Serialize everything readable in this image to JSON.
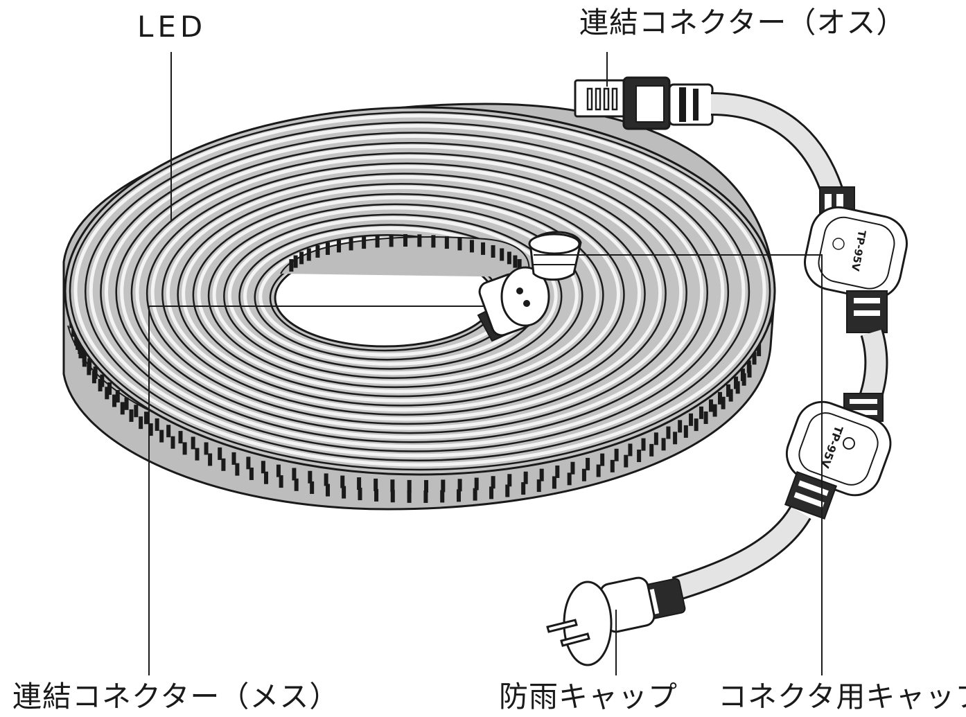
{
  "labels": {
    "led": "LED",
    "male_connector": "連結コネクター（オス）",
    "female_connector": "連結コネクター（メス）",
    "rain_cap": "防雨キャップ",
    "connector_cap": "コネクタ用キャップ"
  },
  "module_marks": {
    "upper": "TP-95V",
    "lower": "TP-95V"
  },
  "colors": {
    "line": "#1a1a1a",
    "strip": "#b8b8b8",
    "strip_face": "#c6c6c6",
    "cable": "#d6d6d6",
    "background": "#ffffff"
  }
}
